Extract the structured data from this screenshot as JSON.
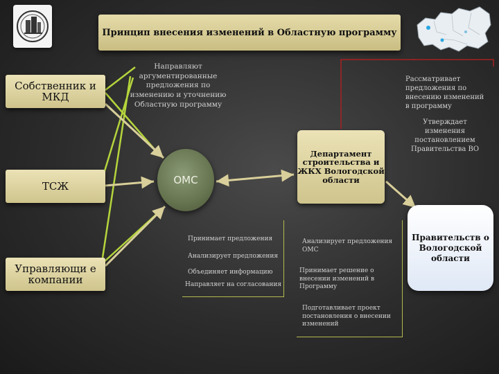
{
  "title": "Принцип внесения изменений в Областную программу",
  "logo": {
    "icon": "building-emblem-icon"
  },
  "map": {
    "icon": "region-map-icon"
  },
  "actors": {
    "owner": "Собственник и МКД",
    "tszh": "ТСЖ",
    "management_companies": "Управляющи е компании"
  },
  "oms_label": "ОМС",
  "department_label": "Департамент строительства и ЖКХ Вологодской области",
  "government_label": "Правительств о Вологодской области",
  "notes": {
    "directions": "Направляют аргументированные предложения по изменению и уточнению Областную программу",
    "reviews": "Рассматривает предложения по внесению изменений в программу",
    "approves": "Утверждает изменения постановлением Правительства ВО"
  },
  "oms_actions": [
    "Принимает предложения",
    "Анализирует предложения",
    "Объединяет информацию",
    "Направляет на согласования"
  ],
  "dept_actions": [
    "Анализирует предложения ОМС",
    "Принимает решение о внесении изменений в Программу",
    "Подготавливает проект постановления о внесении изменений"
  ],
  "colors": {
    "accent_line": "#b5d53c",
    "list_line": "#b4bb4d",
    "gold": "#d9cf9a",
    "oms_fill": "#6f7d57"
  }
}
